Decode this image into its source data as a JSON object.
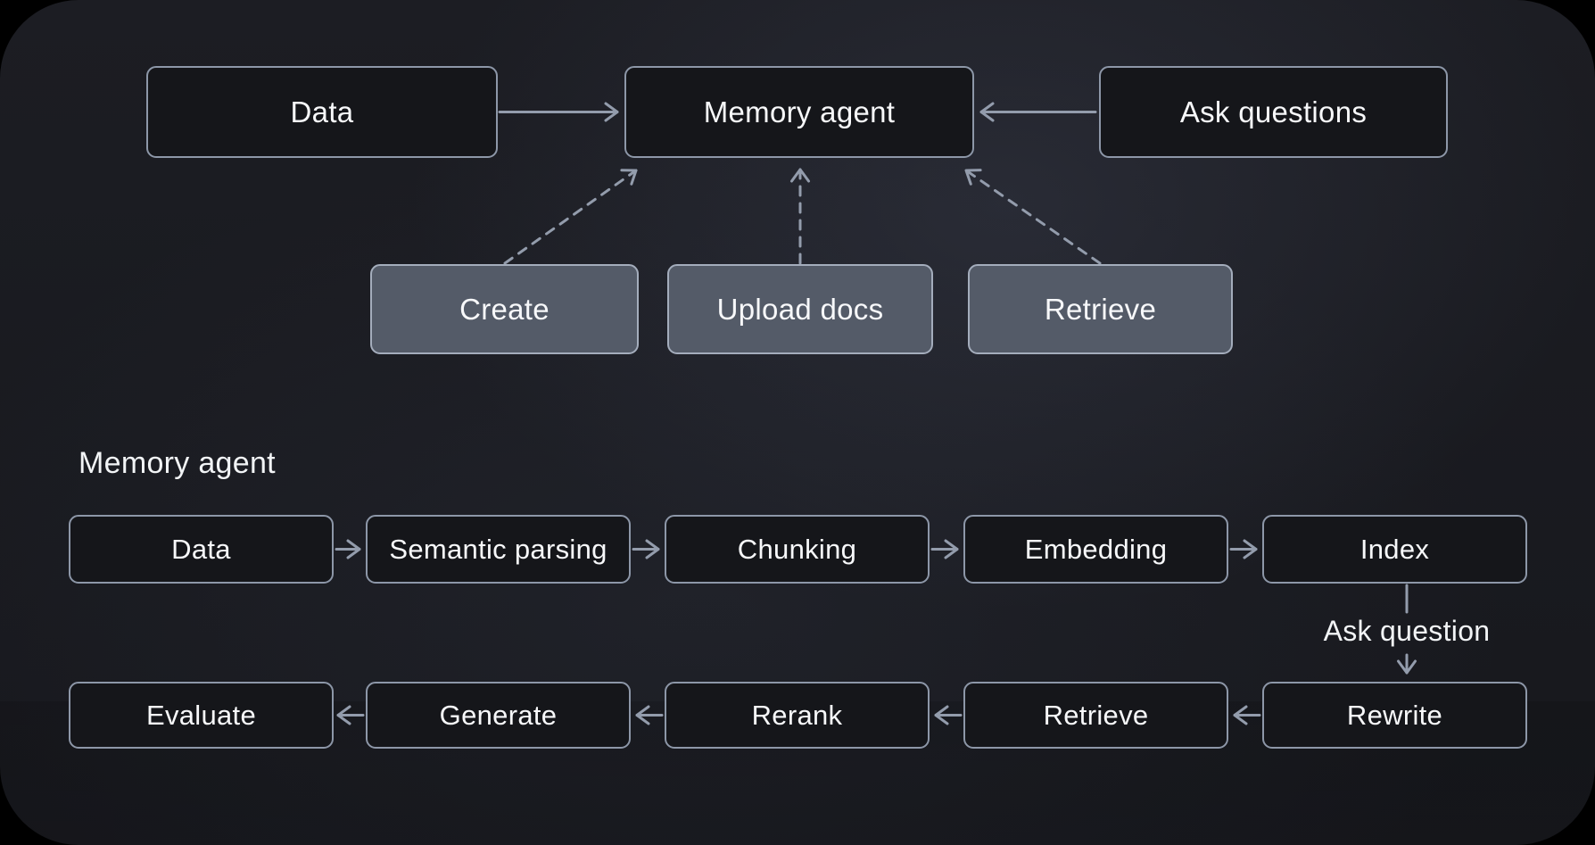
{
  "overview": {
    "nodes": {
      "data": "Data",
      "memory_agent": "Memory agent",
      "ask_questions": "Ask questions"
    },
    "actions": {
      "create": "Create",
      "upload_docs": "Upload docs",
      "retrieve": "Retrieve"
    }
  },
  "detail": {
    "section_title": "Memory agent",
    "ingest_row": [
      "Data",
      "Semantic parsing",
      "Chunking",
      "Embedding",
      "Index"
    ],
    "connector_label": "Ask question",
    "answer_row": [
      "Evaluate",
      "Generate",
      "Rerank",
      "Retrieve",
      "Rewrite"
    ]
  },
  "colors": {
    "page_background": "#000000",
    "panel_background": "#1a1b21",
    "node_fill": "#15161a",
    "node_border": "#8d97a8",
    "action_fill": "#545b68",
    "action_border": "#a4adbc",
    "arrow": "#939cac",
    "text": "#f7f8fa"
  }
}
